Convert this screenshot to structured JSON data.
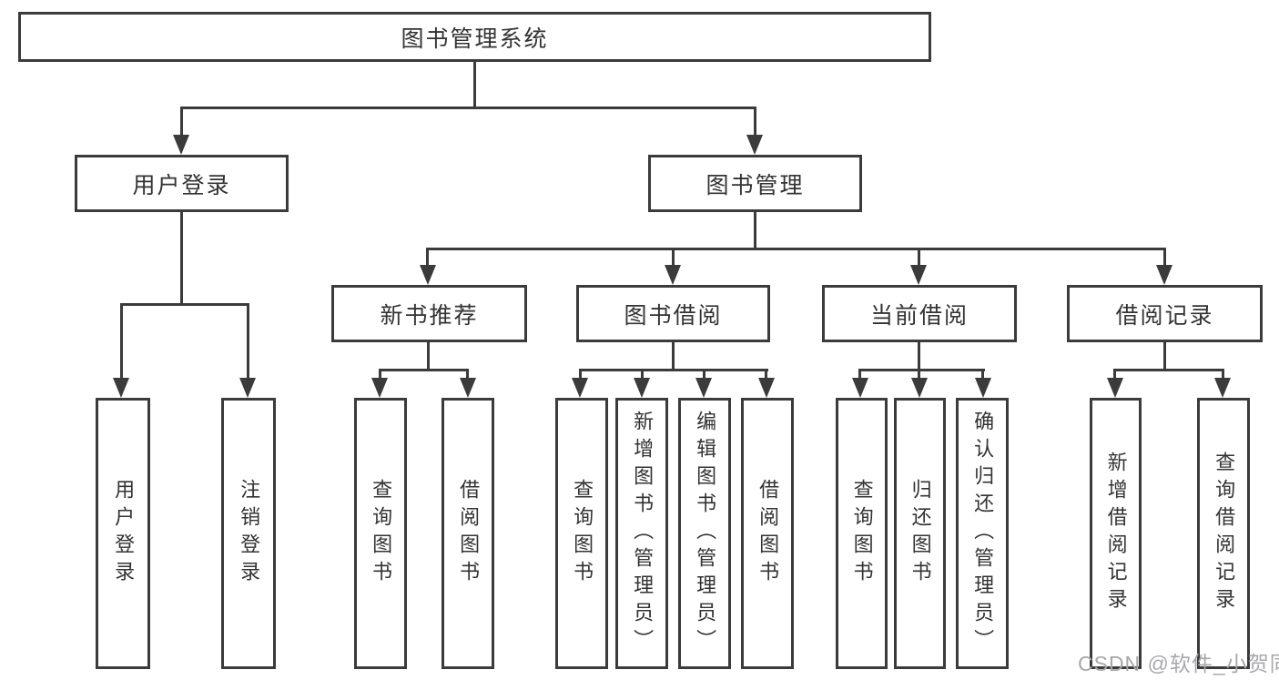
{
  "diagram_title": "图书管理系统",
  "colors": {
    "line": "#3b3b3b",
    "text": "#333333",
    "watermark": "#a8a8ac",
    "background": "#ffffff"
  },
  "nodes": {
    "root": {
      "label": "图书管理系统"
    },
    "level2": [
      {
        "label": "用户登录"
      },
      {
        "label": "图书管理"
      }
    ],
    "level3": [
      {
        "label": "新书推荐"
      },
      {
        "label": "图书借阅"
      },
      {
        "label": "当前借阅"
      },
      {
        "label": "借阅记录"
      }
    ],
    "leaves": [
      {
        "label": "用户登录"
      },
      {
        "label": "注销登录"
      },
      {
        "label": "查询图书"
      },
      {
        "label": "借阅图书"
      },
      {
        "label": "查询图书"
      },
      {
        "label": "新增图书（管理员）"
      },
      {
        "label": "编辑图书（管理员）"
      },
      {
        "label": "借阅图书"
      },
      {
        "label": "查询图书"
      },
      {
        "label": "归还图书"
      },
      {
        "label": "确认归还（管理员）"
      },
      {
        "label": "新增借阅记录"
      },
      {
        "label": "查询借阅记录"
      }
    ]
  },
  "watermark": {
    "text": "CSDN @软件_小贺同学"
  }
}
